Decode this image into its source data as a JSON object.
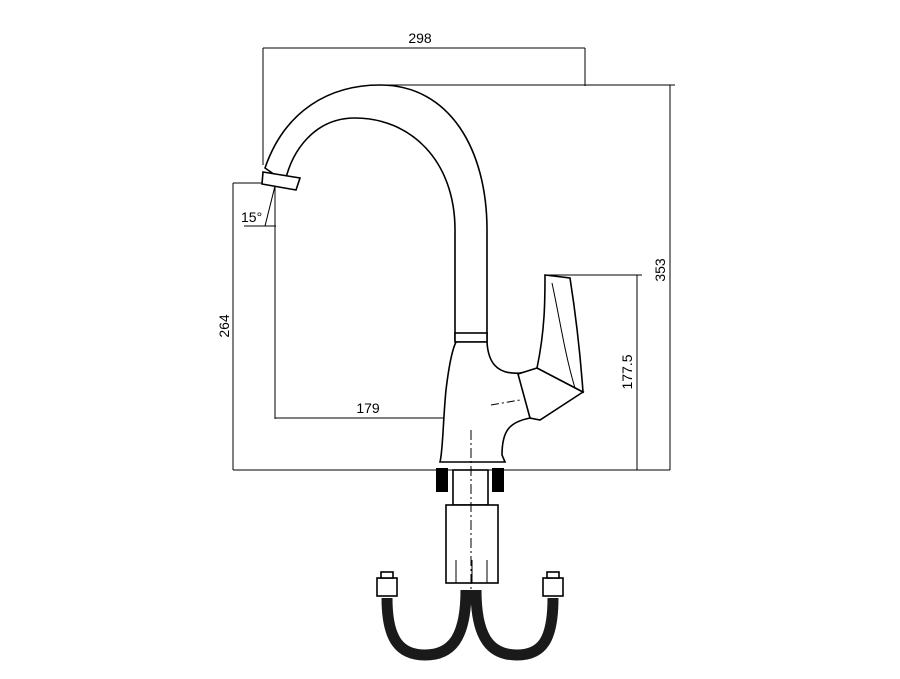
{
  "drawing": {
    "dimensions": {
      "width_top": "298",
      "spout_angle": "15°",
      "spout_height": "264",
      "spout_reach": "179",
      "total_height": "353",
      "handle_height": "177.5"
    },
    "colors": {
      "line": "#000000",
      "background": "#ffffff",
      "hose": "#1a1a1a"
    }
  }
}
